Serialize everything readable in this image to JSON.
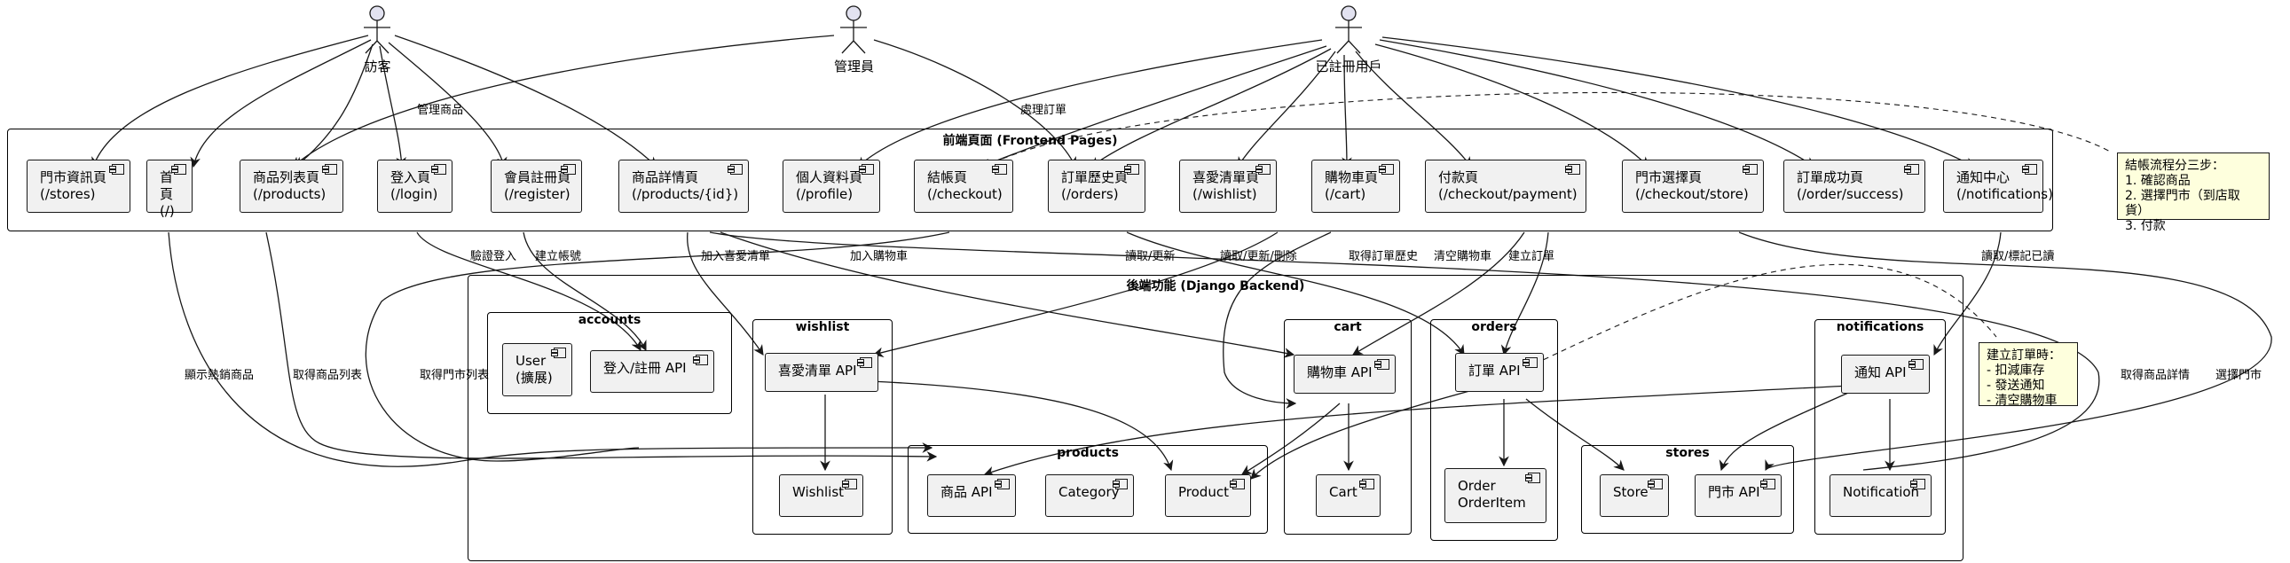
{
  "actors": {
    "visitor": "訪客",
    "admin": "管理員",
    "registered_user": "已註冊用戶"
  },
  "frontend": {
    "title": "前端頁面 (Frontend Pages)",
    "pages": {
      "stores": "門市資訊頁\n(/stores)",
      "home": "首頁\n(/)",
      "products": "商品列表頁\n(/products)",
      "login": "登入頁\n(/login)",
      "register": "會員註冊頁\n(/register)",
      "product_detail": "商品詳情頁\n(/products/{id})",
      "profile": "個人資料頁\n(/profile)",
      "checkout": "結帳頁\n(/checkout)",
      "orders": "訂單歷史頁\n(/orders)",
      "wishlist": "喜愛清單頁\n(/wishlist)",
      "cart": "購物車頁\n(/cart)",
      "payment": "付款頁\n(/checkout/payment)",
      "store_select": "門市選擇頁\n(/checkout/store)",
      "order_success": "訂單成功頁\n(/order/success)",
      "notifications": "通知中心\n(/notifications)"
    }
  },
  "backend": {
    "title": "後端功能 (Django Backend)",
    "packages": {
      "accounts": "accounts",
      "wishlist": "wishlist",
      "products": "products",
      "cart": "cart",
      "orders": "orders",
      "stores": "stores",
      "notifications": "notifications"
    },
    "components": {
      "user": "User\n(擴展)",
      "auth_api": "登入/註冊 API",
      "wishlist_api": "喜愛清單 API",
      "wishlist_model": "Wishlist",
      "product_api": "商品 API",
      "category": "Category",
      "product": "Product",
      "cart_api": "購物車 API",
      "cart_model": "Cart",
      "order_api": "訂單 API",
      "order_model": "Order\nOrderItem",
      "store_model": "Store",
      "store_api": "門市 API",
      "notification_api": "通知 API",
      "notification_model": "Notification"
    }
  },
  "notes": {
    "checkout_flow": "結帳流程分三步：\n1. 確認商品\n2. 選擇門市（到店取貨）\n3. 付款",
    "order_created": "建立訂單時：\n- 扣減庫存\n- 發送通知\n- 清空購物車"
  },
  "edge_labels": {
    "manage_products": "管理商品",
    "process_orders": "處理訂單",
    "verify_login": "驗證登入",
    "create_account": "建立帳號",
    "add_wishlist": "加入喜愛清單",
    "add_cart": "加入購物車",
    "read_update": "讀取/更新",
    "read_update_delete": "讀取/更新/刪除",
    "get_order_history": "取得訂單歷史",
    "clear_cart": "清空購物車",
    "create_order": "建立訂單",
    "read_mark_read": "讀取/標記已讀",
    "hot_products": "顯示熱銷商品",
    "get_product_list": "取得商品列表",
    "get_store_list": "取得門市列表",
    "get_product_detail": "取得商品詳情",
    "select_store": "選擇門市"
  }
}
